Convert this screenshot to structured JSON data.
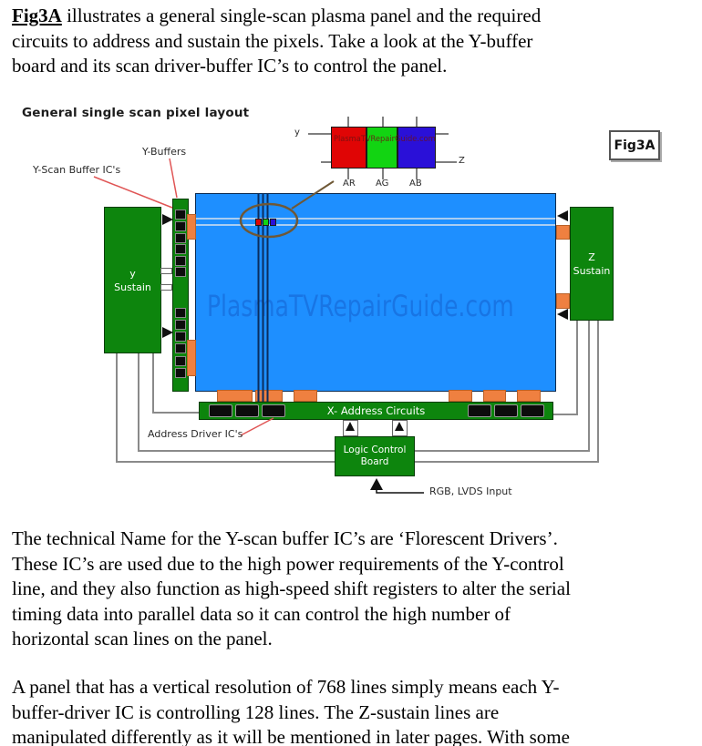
{
  "page": {
    "para1": {
      "lead": "Fig3A",
      "lines": [
        " illustrates a general single-scan plasma panel and the required",
        "circuits to address and sustain the pixels. Take a look at the Y-buffer",
        "board and its scan driver-buffer IC’s to control the panel."
      ]
    },
    "para2": {
      "lines": [
        "The technical Name for the Y-scan buffer IC’s are ‘Florescent Drivers’.",
        "These IC’s are used due to the high power requirements of the Y-control",
        "line, and they also function as high-speed shift registers to alter the serial",
        "timing data into parallel data so it can control the high number of",
        "horizontal scan lines on the panel."
      ]
    },
    "para3": {
      "lines": [
        "A panel that has a vertical resolution of 768 lines simply means each Y-",
        "buffer-driver IC is controlling 128 lines. The Z-sustain lines are",
        "manipulated differently as it will be mentioned in later pages. With some"
      ]
    }
  },
  "diagram": {
    "title": "General single scan pixel layout",
    "fig_label": "Fig3A",
    "watermark": "PlasmaTVRepairGuide.com",
    "labels": {
      "y_buffers": "Y-Buffers",
      "y_scan_buffer_ics": "Y-Scan Buffer IC's",
      "y_sustain_line1": "y",
      "y_sustain_line2": "Sustain",
      "z_sustain_line1": "Z",
      "z_sustain_line2": "Sustain",
      "x_address": "X- Address Circuits",
      "address_driver_ics": "Address Driver IC's",
      "logic_line1": "Logic Control",
      "logic_line2": "Board",
      "rgb_input": "RGB, LVDS Input",
      "axis_y": "y",
      "axis_z": "Z",
      "ar": "AR",
      "ag": "AG",
      "ab": "AB"
    },
    "colors": {
      "panel_blue": "#1e8fff",
      "board_green": "#0d850d",
      "connector_orange": "#ef8040",
      "leader_red": "#e05555",
      "zoom_brown": "#6f5836",
      "wire_gray": "#8a8a8a",
      "scanline_blue": "#a9cdf2",
      "address_line_navy": "#0b2d5e",
      "pixel_red": "#e00505",
      "pixel_green": "#12d412",
      "pixel_blue": "#2a10d8",
      "watermark_blue": "#1460cf"
    }
  }
}
